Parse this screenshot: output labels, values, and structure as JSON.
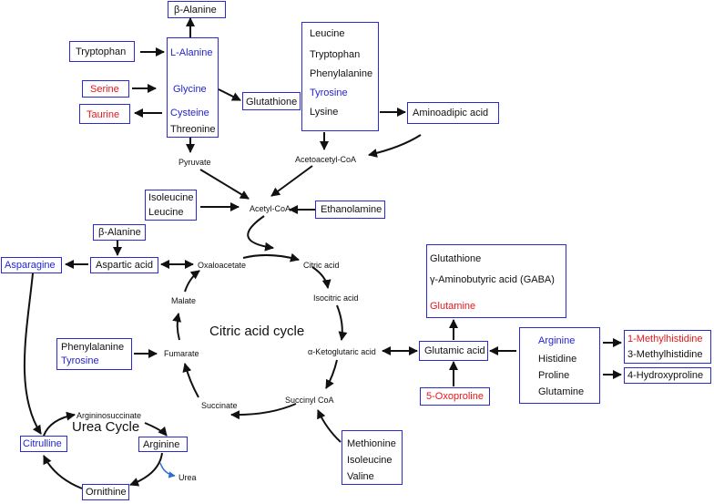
{
  "colors": {
    "box_border": "#2a2ad0",
    "blue_text": "#2323d6",
    "red_text": "#e8161b",
    "arrow": "#111111",
    "urea_arrow": "#2a6fd0"
  },
  "boxes": {
    "beta_alanine_top": "β-Alanine",
    "tryptophan": "Tryptophan",
    "serine": "Serine",
    "taurine": "Taurine",
    "l_alanine": "L-Alanine",
    "glycine": "Glycine",
    "cysteine": "Cysteine",
    "threonine": "Threonine",
    "glutathione": "Glutathione",
    "aromatic_group": [
      "Leucine",
      "Tryptophan",
      "Phenylalanine",
      "Tyrosine",
      "Lysine"
    ],
    "aminoadipic_acid": "Aminoadipic acid",
    "isoleucine_leucine": [
      "Isoleucine",
      "Leucine"
    ],
    "ethanolamine": "Ethanolamine",
    "beta_alanine_mid": "β-Alanine",
    "asparagine": "Asparagine",
    "aspartic_acid": "Aspartic acid",
    "glutamate_products": [
      "Glutathione",
      "γ-Aminobutyric  acid (GABA)",
      "Glutamine"
    ],
    "glutamic_acid": "Glutamic acid",
    "five_oxoproline": "5-Oxoproline",
    "arginine_group": [
      "Arginine",
      "Histidine",
      "Proline",
      "Glutamine"
    ],
    "methylhistidines": [
      "1-Methylhistidine",
      "3-Methylhistidine"
    ],
    "hydroxyproline": "4-Hydroxyproline",
    "phe_tyr": [
      "Phenylalanine",
      "Tyrosine"
    ],
    "citrulline": "Citrulline",
    "arginine_urea": "Arginine",
    "ornithine": "Ornithine",
    "met_ile_val": [
      "Methionine",
      "Isoleucine",
      "Valine"
    ]
  },
  "intermediates": {
    "pyruvate": "Pyruvate",
    "acetoacetyl_coa": "Acetoacetyl-CoA",
    "acetyl_coa": "Acetyl-CoA",
    "oxaloacetate": "Oxaloacetate",
    "citric_acid": "Citric acid",
    "isocitric_acid": "Isocitric acid",
    "alpha_ketoglutaric_acid": "α-Ketoglutaric acid",
    "succinyl_coa": "Succinyl CoA",
    "succinate": "Succinate",
    "fumarate": "Fumarate",
    "malate": "Malate",
    "argininosuccinate": "Argininosuccinate",
    "urea": "Urea"
  },
  "cycles": {
    "citric_acid_cycle": "Citric acid cycle",
    "urea_cycle": "Urea Cycle"
  }
}
